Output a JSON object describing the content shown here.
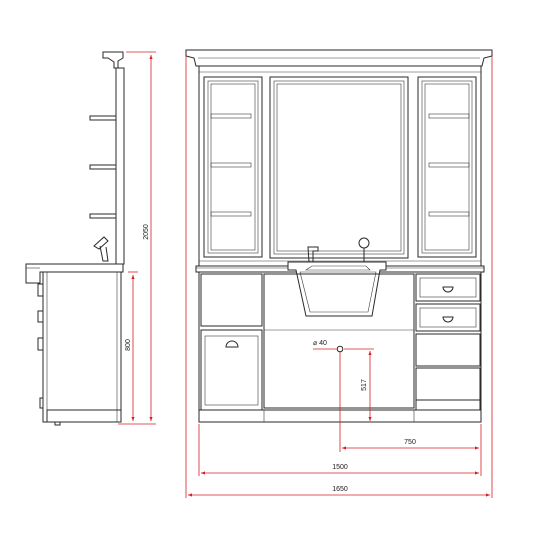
{
  "dimensions": {
    "total_height": "2050",
    "counter_height": "800",
    "hole_diameter": "⌀ 40",
    "hole_height": "517",
    "hole_offset": "750",
    "cabinet_width": "1500",
    "overall_width": "1650"
  },
  "colors": {
    "dimension_line": "#d81f26",
    "linework": "#2a2a2a",
    "background": "#ffffff"
  }
}
